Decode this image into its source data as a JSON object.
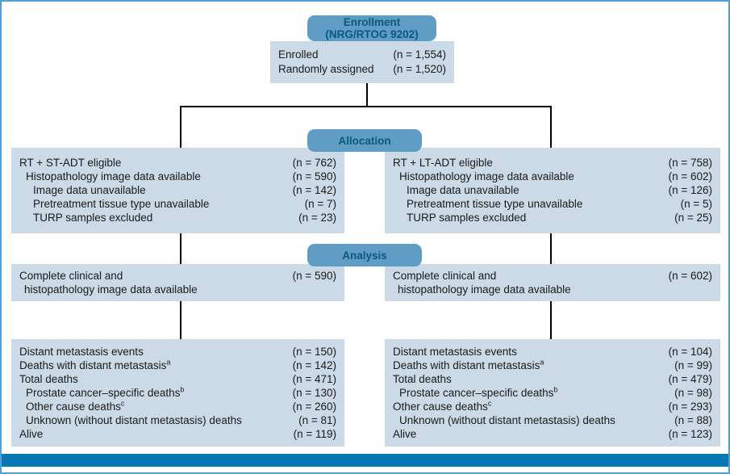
{
  "palette": {
    "badge_fill": "#5f9dc5",
    "badge_text": "#0b5880",
    "box_fill": "#ccd9e6",
    "bottom_bar": "#0878b4",
    "border": "#4d9fd8",
    "text": "#1a1a1a",
    "line": "#000000"
  },
  "enrollment": {
    "badge_line1": "Enrollment",
    "badge_line2": "(NRG/RTOG 9202)",
    "rows": [
      {
        "label": "Enrolled",
        "value": "(n = 1,554)",
        "indent": 0
      },
      {
        "label": "Randomly assigned",
        "value": "(n = 1,520)",
        "indent": 0
      }
    ]
  },
  "allocation": {
    "badge": "Allocation",
    "left_rows": [
      {
        "label": "RT + ST-ADT eligible",
        "value": "(n = 762)",
        "indent": 0
      },
      {
        "label": "Histopathology image data available",
        "value": "(n = 590)",
        "indent": 1
      },
      {
        "label": "Image data unavailable",
        "value": "(n = 142)",
        "indent": 2
      },
      {
        "label": "Pretreatment tissue type unavailable",
        "value": "(n = 7)",
        "indent": 2
      },
      {
        "label": "TURP samples excluded",
        "value": "(n = 23)",
        "indent": 2
      }
    ],
    "right_rows": [
      {
        "label": "RT + LT-ADT eligible",
        "value": "(n = 758)",
        "indent": 0
      },
      {
        "label": "Histopathology image data available",
        "value": "(n = 602)",
        "indent": 1
      },
      {
        "label": "Image data unavailable",
        "value": "(n = 126)",
        "indent": 2
      },
      {
        "label": "Pretreatment tissue type unavailable",
        "value": "(n = 5)",
        "indent": 2
      },
      {
        "label": "TURP samples excluded",
        "value": "(n = 25)",
        "indent": 2
      }
    ]
  },
  "analysis": {
    "badge": "Analysis",
    "left": {
      "line1": "Complete clinical and",
      "line2": "histopathology image data available",
      "value": "(n = 590)"
    },
    "right": {
      "line1": "Complete clinical and",
      "line2": "histopathology image data available",
      "value": "(n = 602)"
    }
  },
  "outcomes": {
    "left_rows": [
      {
        "label": "Distant metastasis events",
        "value": "(n = 150)",
        "indent": 0
      },
      {
        "label": "Deaths with distant metastasis",
        "sup": "a",
        "value": "(n = 142)",
        "indent": 0
      },
      {
        "label": "Total deaths",
        "value": "(n = 471)",
        "indent": 0
      },
      {
        "label": "Prostate cancer–specific deaths",
        "sup": "b",
        "value": "(n = 130)",
        "indent": 1
      },
      {
        "label": "Other cause deaths",
        "sup": "c",
        "value": "(n = 260)",
        "indent": 1
      },
      {
        "label": "Unknown (without distant metastasis) deaths",
        "value": "(n = 81)",
        "indent": 1
      },
      {
        "label": "Alive",
        "value": "(n = 119)",
        "indent": 0
      }
    ],
    "right_rows": [
      {
        "label": "Distant metastasis events",
        "value": "(n = 104)",
        "indent": 0
      },
      {
        "label": "Deaths with distant metastasis",
        "sup": "a",
        "value": "(n = 99)",
        "indent": 0
      },
      {
        "label": "Total deaths",
        "value": "(n = 479)",
        "indent": 0
      },
      {
        "label": "Prostate cancer–specific deaths",
        "sup": "b",
        "value": "(n = 98)",
        "indent": 1
      },
      {
        "label": "Other cause deaths",
        "sup": "c",
        "value": "(n = 293)",
        "indent": 0
      },
      {
        "label": "Unknown (without distant metastasis) deaths",
        "value": "(n = 88)",
        "indent": 1
      },
      {
        "label": "Alive",
        "value": "(n = 123)",
        "indent": 0
      }
    ]
  }
}
